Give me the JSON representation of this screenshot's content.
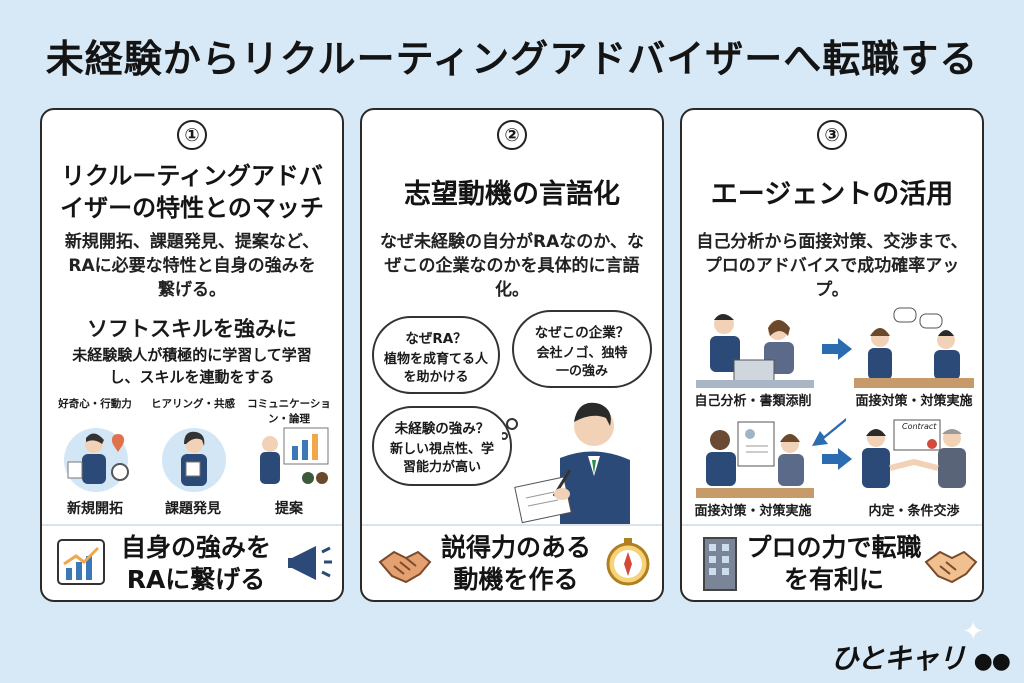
{
  "title": "未経験からリクルーティングアドバイザーへ転職する",
  "cards": [
    {
      "number": "①",
      "heading": "リクルーティングアドバイザーの特性とのマッチ",
      "body": "新規開拓、課題発見、提案など、RAに必要な特性と自身の強みを繋げる。",
      "sub_heading": "ソフトスキルを強みに",
      "sub_text": "未経験験人が積極的に学習して学習し、スキルを連動をする",
      "skills": [
        {
          "label": "好奇心・行動力",
          "caption": "新規開拓"
        },
        {
          "label": "ヒアリング・共感",
          "caption": "課題発見"
        },
        {
          "label": "コミュニケーション・論理",
          "caption": "提案"
        }
      ],
      "footer": "自身の強みをRAに繋げる"
    },
    {
      "number": "②",
      "heading": "志望動機の言語化",
      "body": "なぜ未経験の自分がRAなのか、なぜこの企業なのかを具体的に言語化。",
      "bubbles": [
        {
          "q": "なぜRA？",
          "a": "植物を成育てる人を助かける"
        },
        {
          "q": "なぜこの企業？",
          "a": "会社ノゴ、独特一の強み"
        },
        {
          "q": "未経験の強み？",
          "a": "新しい視点性、学習能力が高い"
        }
      ],
      "footer": "説得力のある動機を作る"
    },
    {
      "number": "③",
      "heading": "エージェントの活用",
      "body": "自己分析から面接対策、交渉まで、プロのアドバイスで成功確率アップ。",
      "steps": [
        "自己分析・書類添削",
        "面接対策・対策実施",
        "面接対策・対策実施",
        "内定・条件交渉"
      ],
      "contract_label": "Contract",
      "footer": "プロの力で転職を有利に"
    }
  ],
  "logo": "ひとキャリ"
}
